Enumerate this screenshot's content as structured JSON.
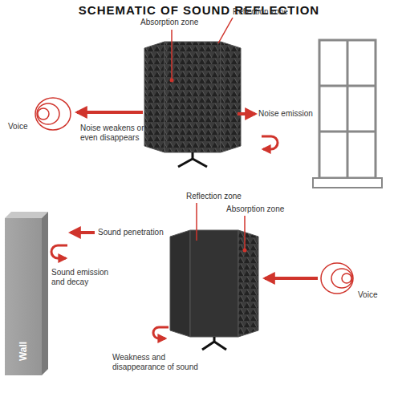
{
  "diagram": {
    "title": "SCHEMATIC OF SOUND REFLECTION",
    "nodes": [
      {
        "text": [
          "Wall"
        ]
      }
    ],
    "labels": [
      "Absorption zone",
      "Reflection zone",
      "Voice",
      "Noise weakens or even disappears",
      "Noise emission",
      "Reflection zone",
      "Absorption zone",
      "Sound penetration",
      "Voice",
      "Sound emission and decay",
      "Weakness and disappearance of sound"
    ]
  }
}
